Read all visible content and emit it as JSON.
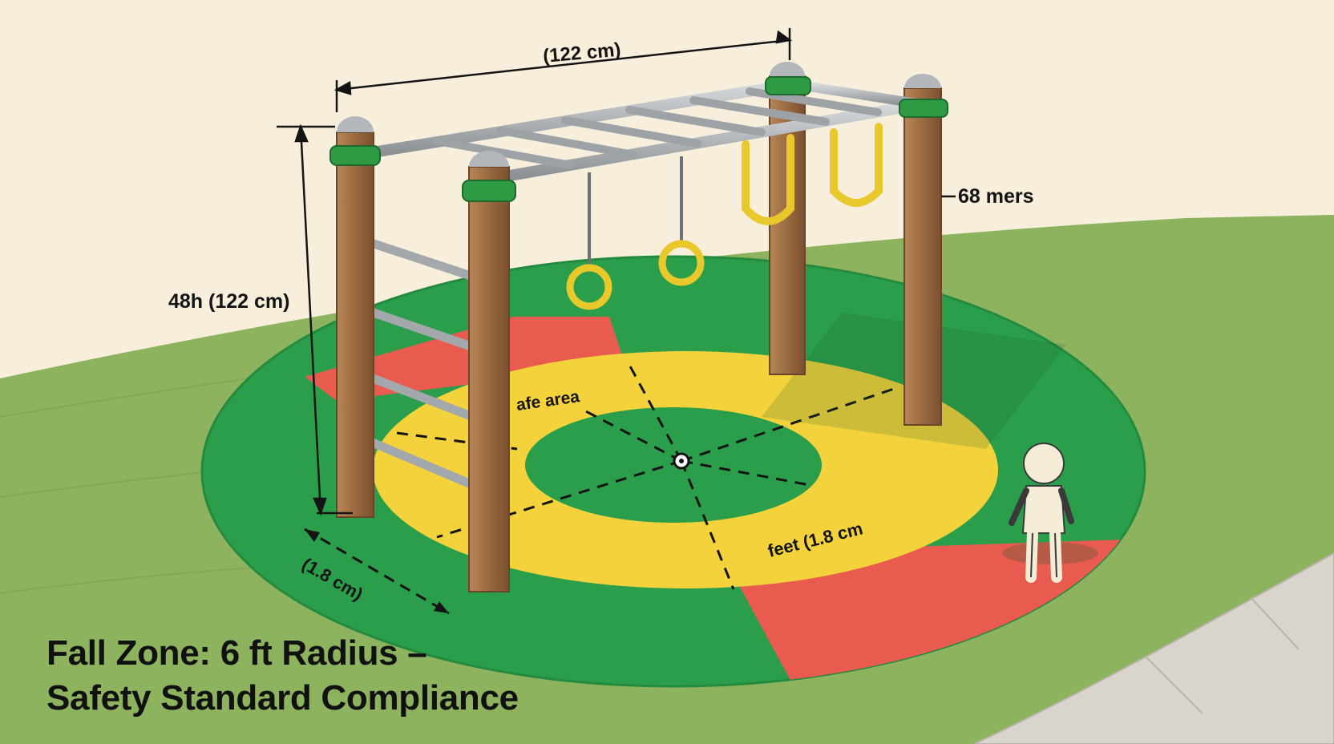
{
  "labels": {
    "top_width": "(122 cm)",
    "height": "48h (122 cm)",
    "right_post": "68 mers",
    "safe_area": "afe area",
    "base_width": "(1.8 cm)",
    "radius": "feet (1.8 cm"
  },
  "caption": {
    "line1": "Fall Zone: 6 ft Radius –",
    "line2": "Safety Standard Compliance"
  },
  "colors": {
    "background": "#f7efdc",
    "grass": "#8db35e",
    "zone_green": "#2a9e4a",
    "zone_yellow": "#f4d23c",
    "zone_red": "#e95a4f",
    "wood": "#9b6b42",
    "metal": "#a9adb2",
    "handles": "#e8c82a",
    "sidewalk": "#d9d4cc"
  },
  "icons": {
    "child_figure": "child-figure-icon",
    "center_marker": "center-point-icon"
  }
}
